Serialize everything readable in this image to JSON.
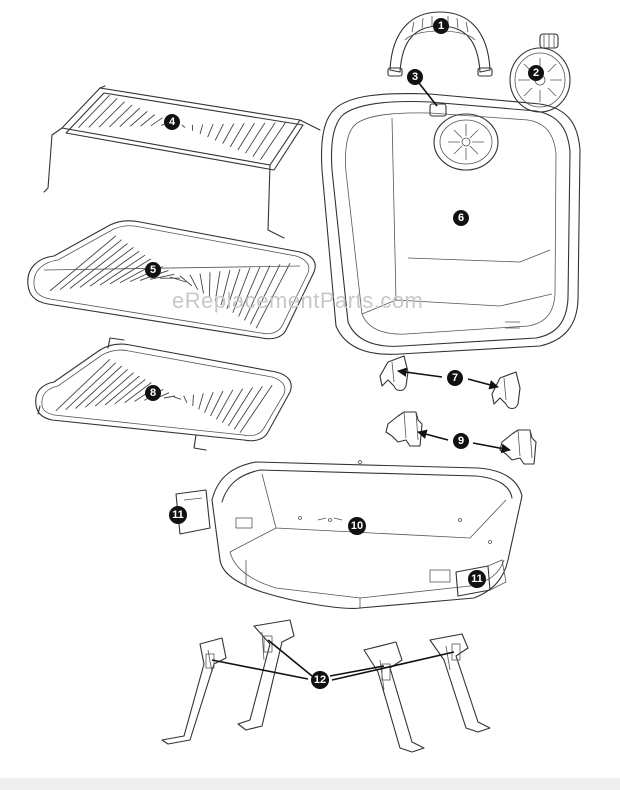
{
  "watermark": "eReplacementParts.com",
  "parts": [
    {
      "number": "1"
    },
    {
      "number": "2"
    },
    {
      "number": "3"
    },
    {
      "number": "4"
    },
    {
      "number": "5"
    },
    {
      "number": "6"
    },
    {
      "number": "7"
    },
    {
      "number": "8"
    },
    {
      "number": "9"
    },
    {
      "number": "10"
    },
    {
      "number": "11"
    },
    {
      "number": "11"
    },
    {
      "number": "12"
    }
  ]
}
